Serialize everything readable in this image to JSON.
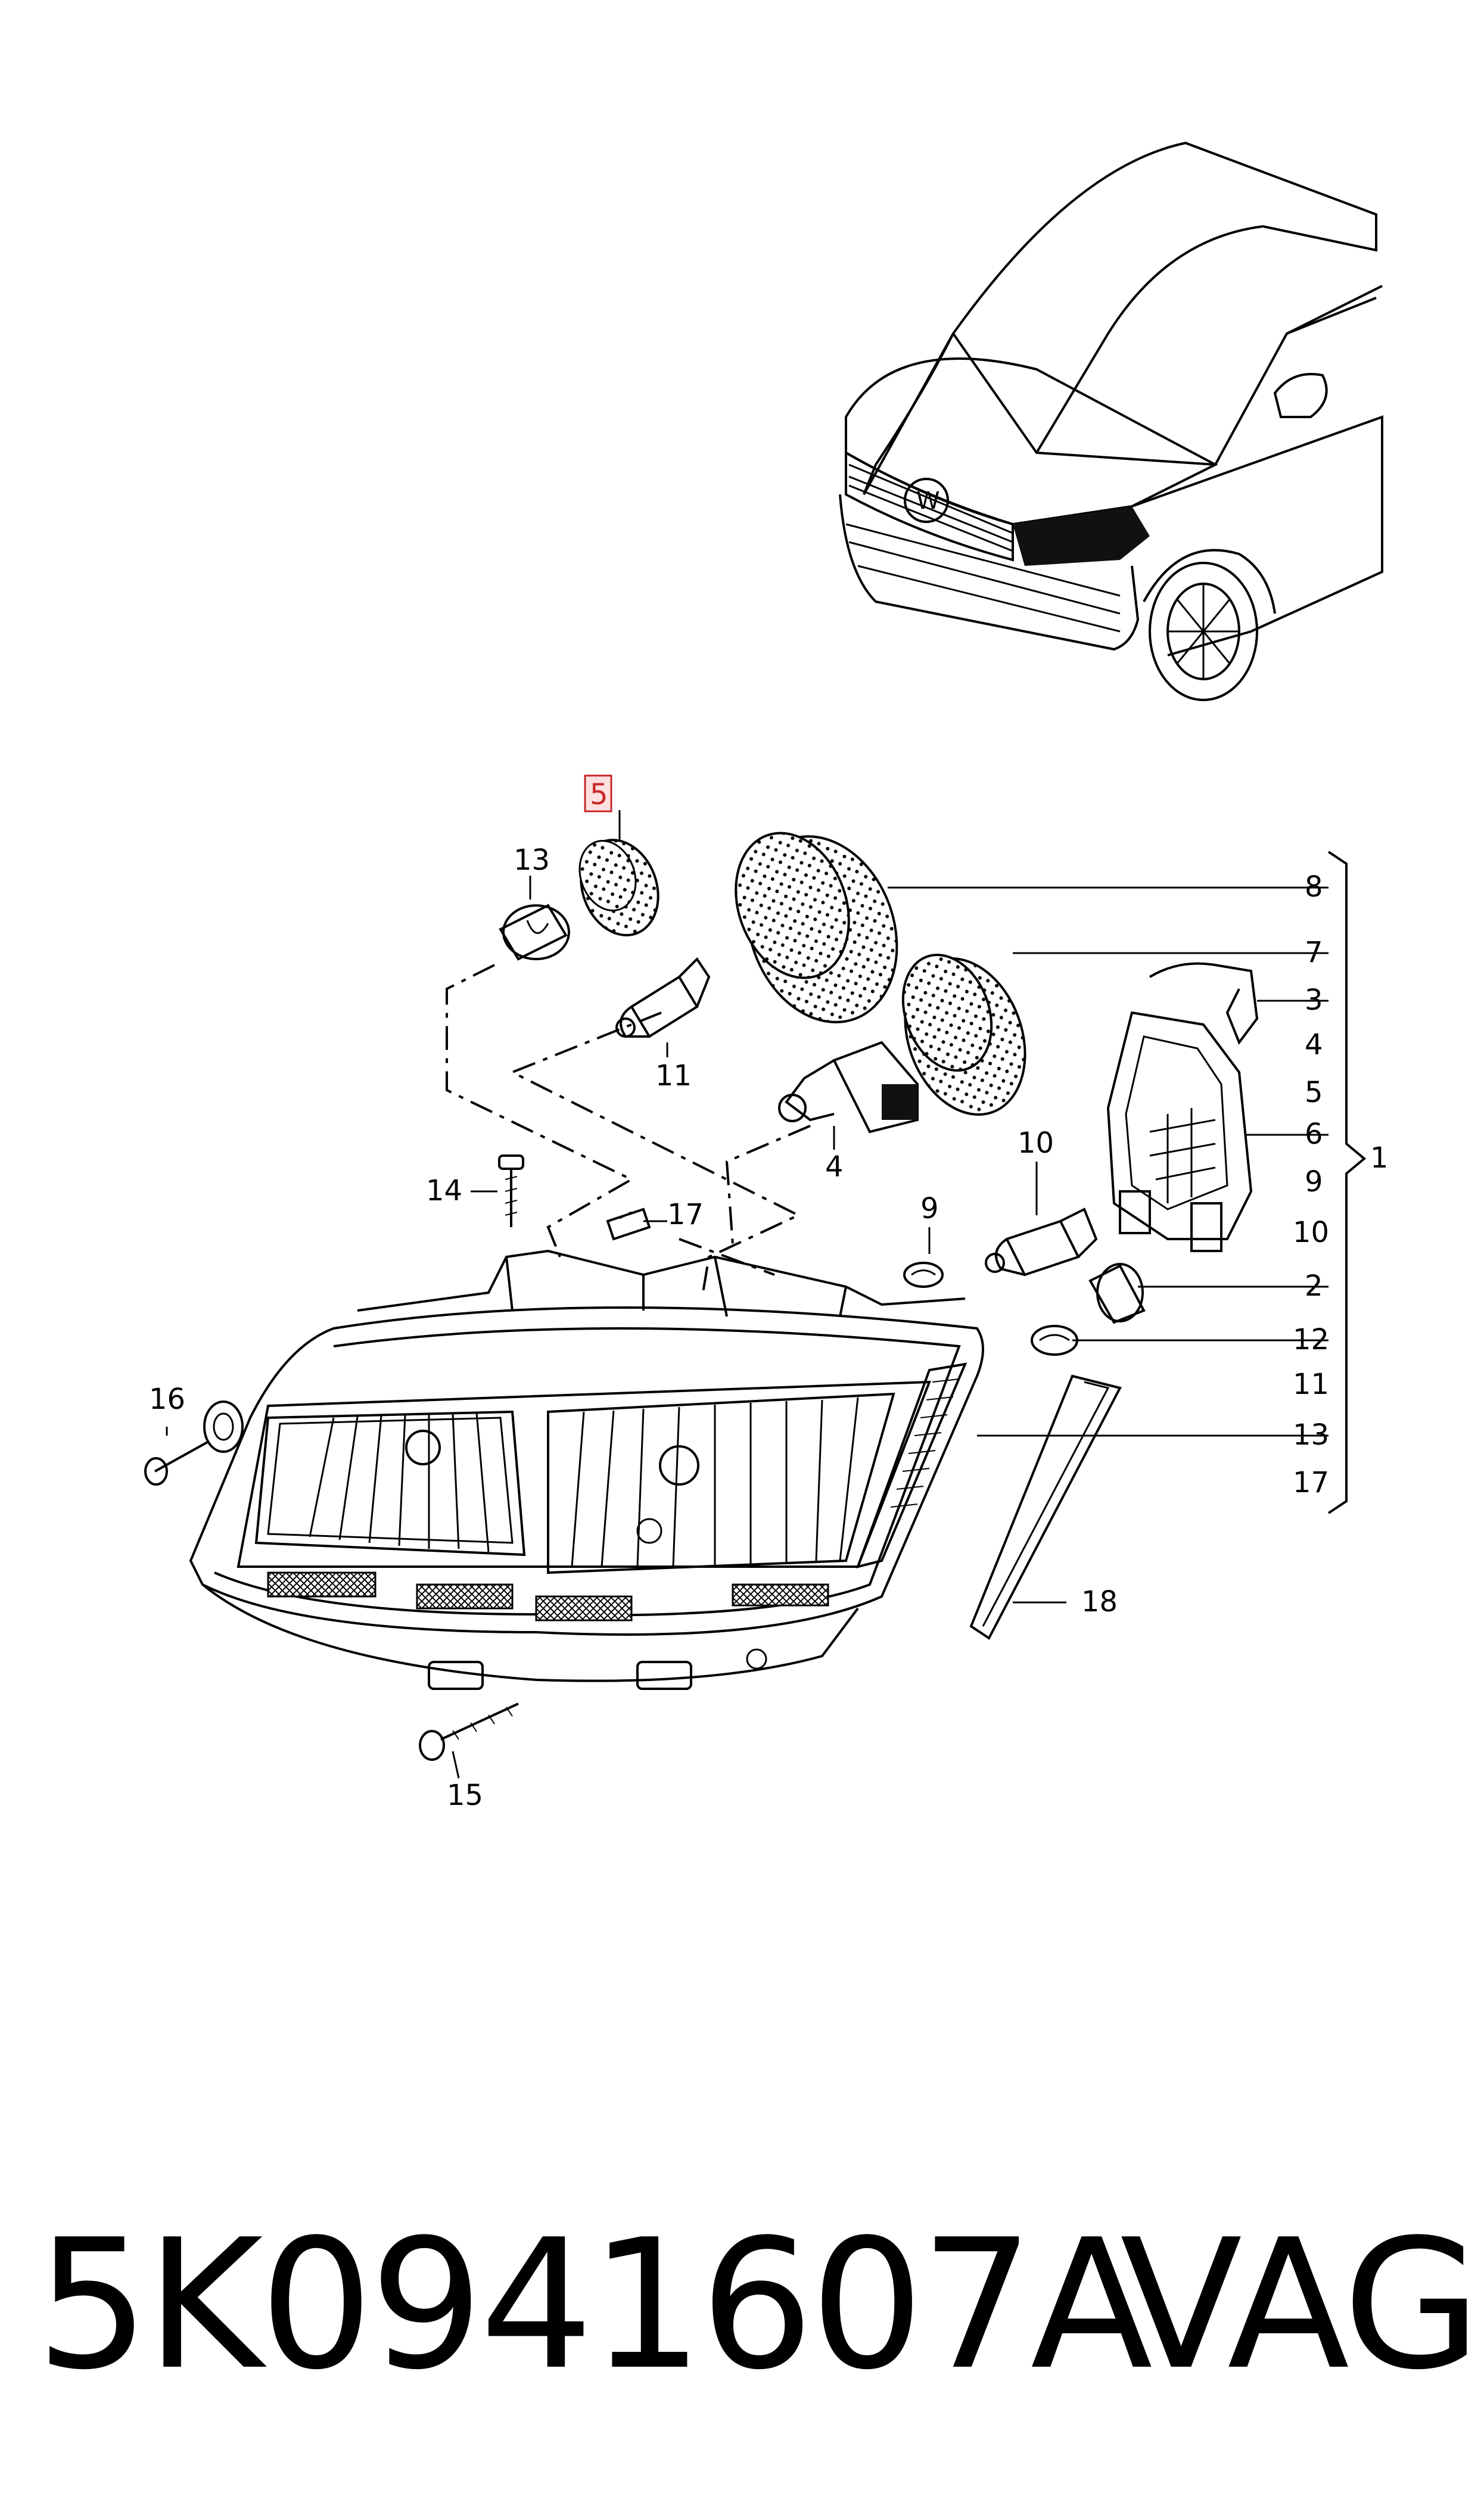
{
  "highlighted_part": "5",
  "callouts": {
    "c1": "1",
    "c2": "2",
    "c3": "3",
    "c4": "4",
    "c5": "5",
    "c6": "6",
    "c7": "7",
    "c8": "8",
    "c9": "9",
    "c10": "10",
    "c11": "11",
    "c12": "12",
    "c13": "13",
    "c14": "14",
    "c15": "15",
    "c16": "16",
    "c17": "17",
    "c18": "18"
  },
  "bracket_list": [
    "8",
    "7",
    "3",
    "4",
    "5",
    "6",
    "9",
    "10",
    "2",
    "12",
    "11",
    "13",
    "17"
  ],
  "part_number": "5K0941607A",
  "brand": "VAG",
  "colors": {
    "highlight": "#c62828",
    "highlight_fill": "#fde0e0",
    "ink": "#000000"
  }
}
